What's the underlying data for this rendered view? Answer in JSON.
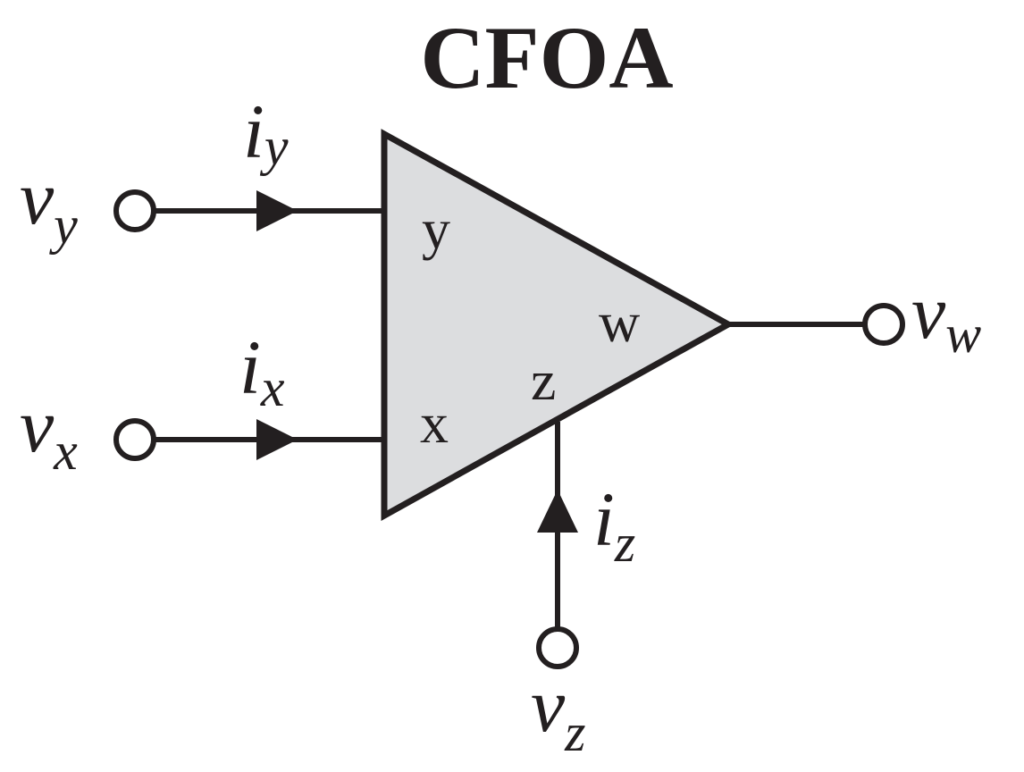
{
  "title": "CFOA",
  "pins": {
    "y": "y",
    "x": "x",
    "z": "z",
    "w": "w"
  },
  "voltages": {
    "vy": {
      "main": "v",
      "sub": "y"
    },
    "vx": {
      "main": "v",
      "sub": "x"
    },
    "vw": {
      "main": "v",
      "sub": "w"
    },
    "vz": {
      "main": "v",
      "sub": "z"
    }
  },
  "currents": {
    "iy": {
      "main": "i",
      "sub": "y"
    },
    "ix": {
      "main": "i",
      "sub": "x"
    },
    "iz": {
      "main": "i",
      "sub": "z"
    }
  },
  "colors": {
    "line": "#231f20",
    "fill": "#dcdddf",
    "background": "#ffffff"
  }
}
